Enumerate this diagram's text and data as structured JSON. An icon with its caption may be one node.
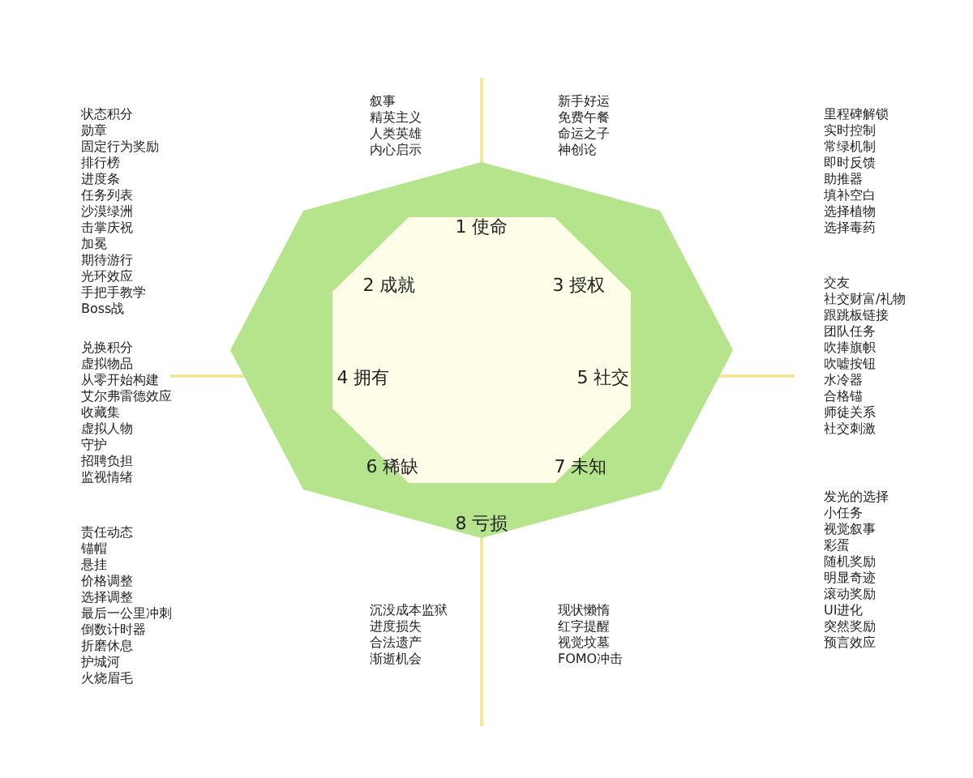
{
  "diagram": {
    "nodes": [
      {
        "text": [
          "1 使命",
          "2 成就",
          "3 授权",
          "4 拥有",
          "5 社交",
          "6 稀缺",
          "7 未知",
          "8 亏损"
        ]
      }
    ],
    "labels": [
      "状态积分",
      "勋章",
      "固定行为奖励",
      "排行榜",
      "进度条",
      "任务列表",
      "沙漠绿洲",
      "击掌庆祝",
      "加冕",
      "期待游行",
      "光环效应",
      "手把手教学",
      "Boss战",
      "叙事",
      "精英主义",
      "人类英雄",
      "内心启示",
      "新手好运",
      "免费午餐",
      "命运之子",
      "神创论",
      "里程碑解锁",
      "实时控制",
      "常绿机制",
      "即时反馈",
      "助推器",
      "填补空白",
      "选择植物",
      "选择毒药",
      "兑换积分",
      "虚拟物品",
      "从零开始构建",
      "艾尔弗雷德效应",
      "收藏集",
      "虚拟人物",
      "守护",
      "招聘负担",
      "监视情绪",
      "交友",
      "社交财富/礼物",
      "跟跳板链接",
      "团队任务",
      "吹捧旗帜",
      "吹嘘按钮",
      "水冷器",
      "合格锚",
      "师徒关系",
      "社交刺激",
      "责任动态",
      "锚帽",
      "悬挂",
      "价格调整",
      "选择调整",
      "最后一公里冲刺",
      "倒数计时器",
      "折磨休息",
      "护城河",
      "火烧眉毛",
      "沉没成本监狱",
      "进度损失",
      "合法遗产",
      "渐逝机会",
      "现状懒惰",
      "红字提醒",
      "视觉坟墓",
      "FOMO冲击",
      "发光的选择",
      "小任务",
      "视觉叙事",
      "彩蛋",
      "随机奖励",
      "明显奇迹",
      "滚动奖励",
      "UI进化",
      "突然奖励",
      "预言效应"
    ]
  }
}
